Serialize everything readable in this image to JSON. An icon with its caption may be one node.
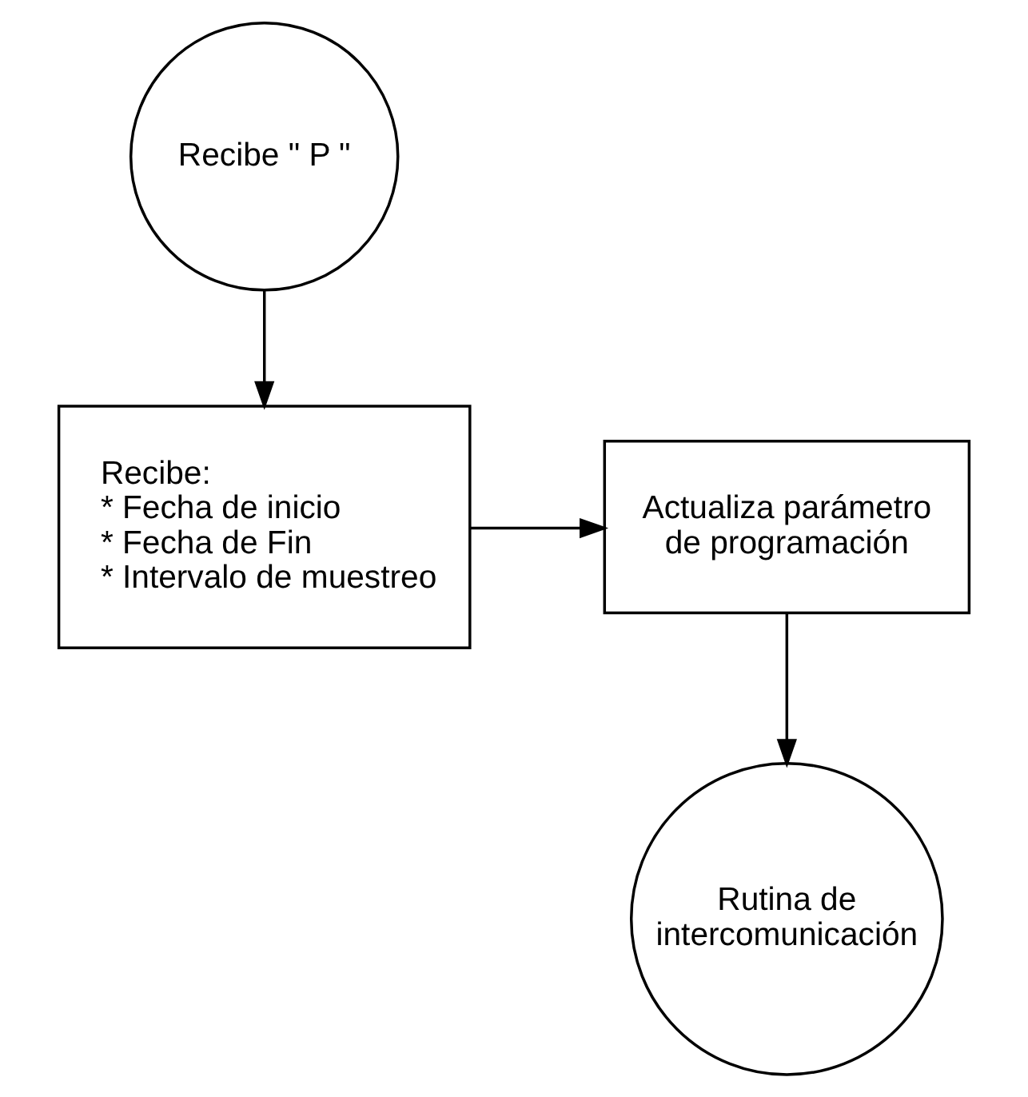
{
  "diagram": {
    "nodes": [
      {
        "text": [
          "Recibe \" P \""
        ]
      },
      {
        "text": [
          "Recibe:",
          "* Fecha de inicio",
          "* Fecha de Fin",
          "* Intervalo de muestreo"
        ]
      },
      {
        "text": [
          "Actualiza parámetro de programación"
        ]
      },
      {
        "text": [
          "Rutina de intercomunicación"
        ]
      }
    ],
    "edges": [
      {
        "from": 0,
        "to": 1,
        "arrow": "to"
      },
      {
        "from": 1,
        "to": 2,
        "arrow": "to"
      },
      {
        "from": 2,
        "to": 3,
        "arrow": "to"
      }
    ]
  }
}
